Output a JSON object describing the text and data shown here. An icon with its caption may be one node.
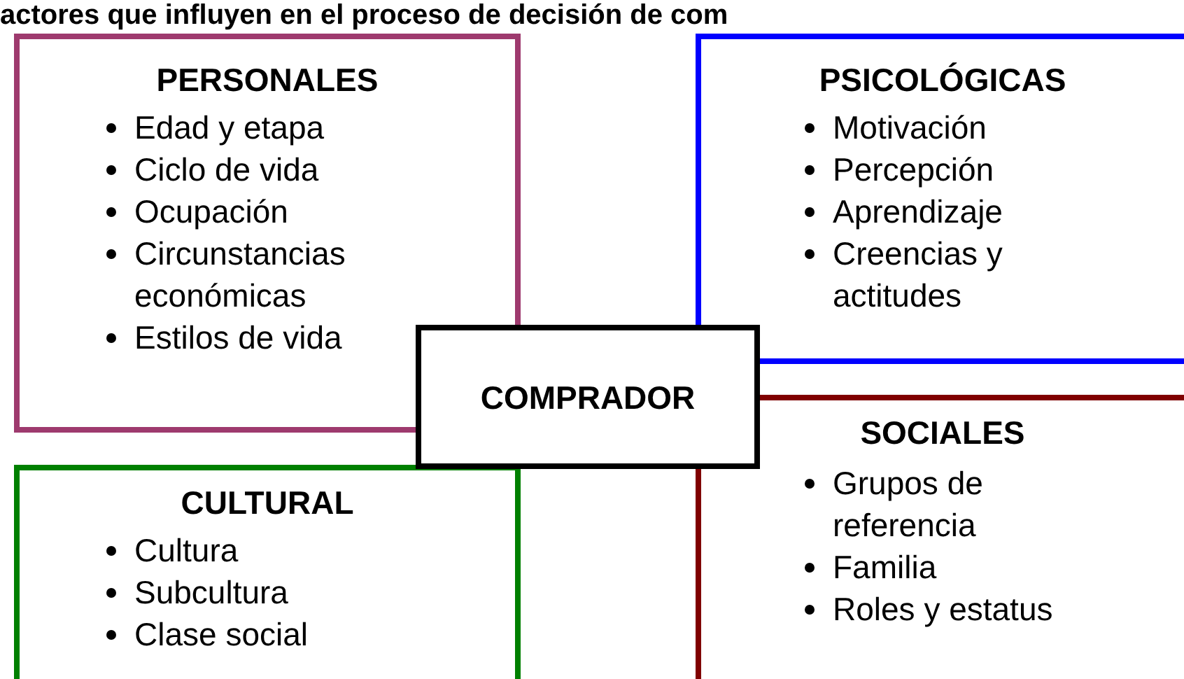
{
  "diagram": {
    "title": "actores que influyen en el proceso de decisión de com",
    "nodes": [
      {
        "text": [
          "PERSONALES",
          "Edad y etapa",
          "Ciclo de vida",
          "Ocupación",
          "Circunstancias económicas",
          "Estilos de vida"
        ]
      },
      {
        "text": [
          "PSICOLÓGICAS",
          "Motivación",
          "Percepción",
          "Aprendizaje",
          "Creencias y actitudes"
        ]
      },
      {
        "text": [
          "COMPRADOR"
        ]
      },
      {
        "text": [
          "CULTURAL",
          "Cultura",
          "Subcultura",
          "Clase social"
        ]
      },
      {
        "text": [
          "SOCIALES",
          "Grupos de referencia",
          "Familia",
          "Roles y estatus"
        ]
      }
    ]
  }
}
